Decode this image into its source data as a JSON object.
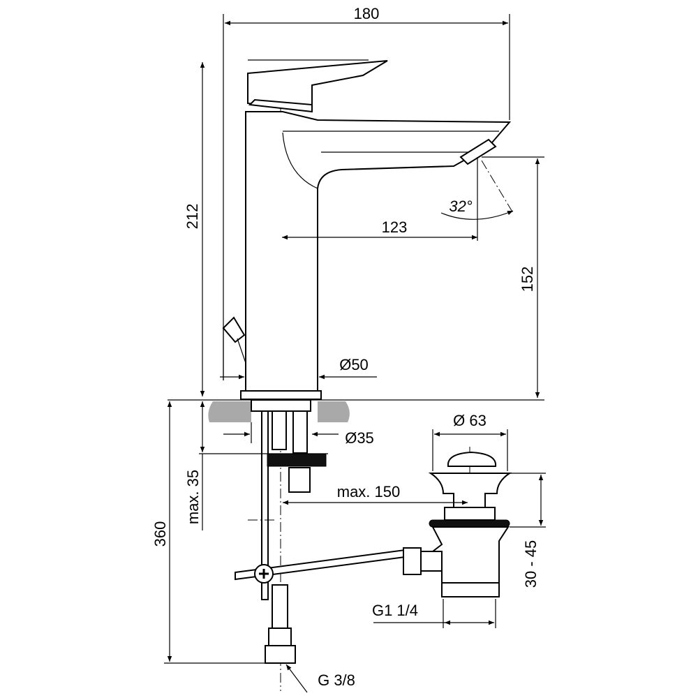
{
  "drawing": {
    "title": "Basin mixer with pop-up waste — dimension drawing",
    "dimensions": {
      "overall_width": "180",
      "overall_height": "212",
      "spout_reach": "123",
      "spout_angle": "32°",
      "spout_height": "152",
      "body_diameter": "Ø50",
      "shank_diameter": "Ø35",
      "waste_diameter": "Ø 63",
      "waste_distance": "max. 150",
      "max_deck_thickness": "max. 35",
      "total_below_deck": "360",
      "waste_range": "30 - 45",
      "waste_thread": "G1 1/4",
      "supply_thread": "G 3/8"
    },
    "colors": {
      "line": "#000000",
      "countertop": "#a9a9a9",
      "background": "#ffffff"
    }
  }
}
